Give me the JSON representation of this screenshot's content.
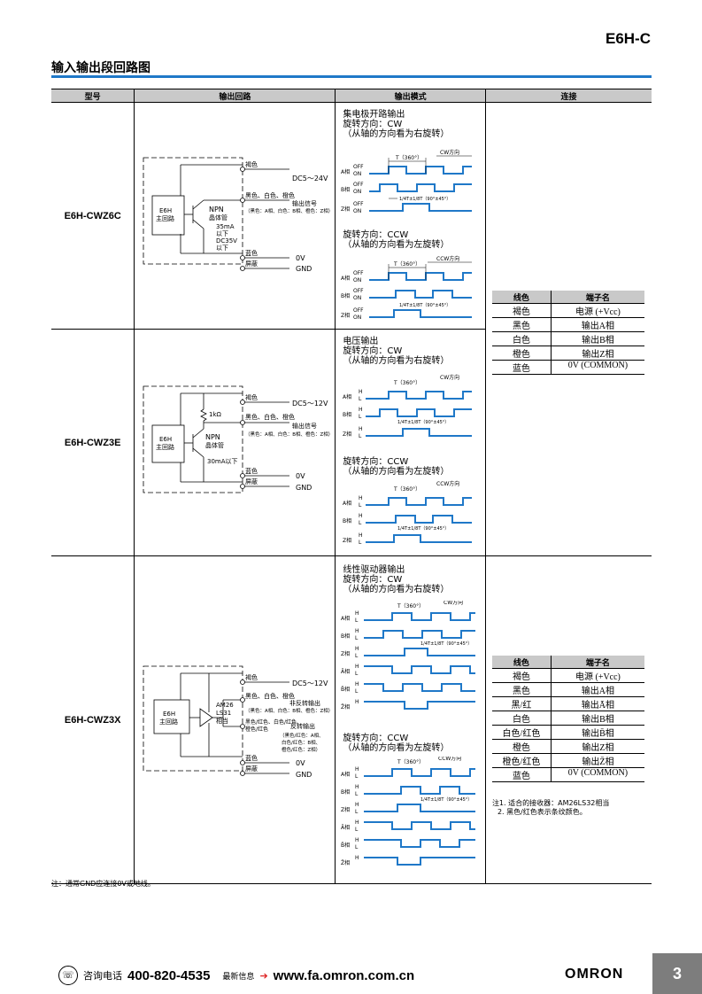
{
  "header": {
    "model": "E6H-C",
    "section_title": "输入输出段回路图"
  },
  "table": {
    "columns": [
      "型号",
      "输出回路",
      "输出模式",
      "连接"
    ],
    "rows": [
      {
        "model": "E6H-CWZ6C",
        "mode_cw": "集电极开路输出\n旋转方向：CW\n（从轴的方向看为右旋转）",
        "mode_ccw": "旋转方向：CCW\n（从轴的方向看为左旋转）",
        "circuit": {
          "brown": "褐色",
          "supply": "DC5～24V",
          "signal_wires": "黑色、白色、橙色",
          "signal_out": "输出信号",
          "signal_note": "（黑色：A相、白色：B相、橙色：Z相）",
          "transistor": "NPN",
          "transistor2": "晶体管",
          "cur1": "35mA",
          "cur2": "以下",
          "cur3": "DC35V",
          "cur4": "以下",
          "blue": "蓝色",
          "zero": "0V",
          "shield": "屏蔽",
          "gnd": "GND",
          "main1": "E6H",
          "main2": "主回路"
        }
      },
      {
        "model": "E6H-CWZ3E",
        "mode_cw": "电压输出\n旋转方向：CW\n（从轴的方向看为右旋转）",
        "mode_ccw": "旋转方向：CCW\n（从轴的方向看为左旋转）",
        "circuit": {
          "brown": "褐色",
          "supply": "DC5～12V",
          "resistor": "1kΩ",
          "signal_wires": "黑色、白色、橙色",
          "signal_out": "输出信号",
          "signal_note": "（黑色：A相、白色：B相、橙色：Z相）",
          "transistor": "NPN",
          "transistor2": "晶体管",
          "cur1": "30mA以下",
          "blue": "蓝色",
          "zero": "0V",
          "shield": "屏蔽",
          "gnd": "GND",
          "main1": "E6H",
          "main2": "主回路"
        }
      },
      {
        "model": "E6H-CWZ3X",
        "mode_cw": "线性驱动器输出\n旋转方向：CW\n（从轴的方向看为右旋转）",
        "mode_ccw": "旋转方向：CCW\n（从轴的方向看为左旋转）",
        "circuit": {
          "brown": "褐色",
          "supply": "DC5～12V",
          "signal_wires": "黑色、白色、橙色",
          "signal_out": "非反转输出",
          "signal_note": "（黑色：A相、白色：B相、橙色：Z相）",
          "inv_wires": "黑色/红色、白色/红色、",
          "inv_wires2": "橙色/红色",
          "inv_out": "反转输出",
          "inv_note1": "（黑色/红色：A相、",
          "inv_note2": "白色/红色：B相、",
          "inv_note3": "橙色/红色：Z相）",
          "driver1": "AM26",
          "driver2": "LS31",
          "driver3": "相当",
          "blue": "蓝色",
          "zero": "0V",
          "shield": "屏蔽",
          "gnd": "GND",
          "main1": "E6H",
          "main2": "主回路"
        }
      }
    ],
    "wave_labels": {
      "off": "OFF",
      "on": "ON",
      "h": "H",
      "l": "L",
      "period": "T（360°）",
      "cw_dir": "CW方向",
      "ccw_dir": "CCW方向",
      "phase": "1/4T±1/8T（90°±45°）",
      "a": "A相",
      "b": "B相",
      "z": "Z相",
      "a_bar": "Ā相",
      "b_bar": "B̄相",
      "z_bar": "Z̄相"
    },
    "connection": {
      "header_color": "线色",
      "header_term": "端子名",
      "rows_a": [
        [
          "褐色",
          "电源 (+Vcc)"
        ],
        [
          "黑色",
          "输出A相"
        ],
        [
          "白色",
          "输出B相"
        ],
        [
          "橙色",
          "输出Z相"
        ],
        [
          "蓝色",
          "0V (COMMON)"
        ]
      ],
      "rows_b": [
        [
          "褐色",
          "电源 (+Vcc)"
        ],
        [
          "黑色",
          "输出A相"
        ],
        [
          "黑/红",
          "输出Ā相"
        ],
        [
          "白色",
          "输出B相"
        ],
        [
          "白色/红色",
          "输出B̄相"
        ],
        [
          "橙色",
          "输出Z相"
        ],
        [
          "橙色/红色",
          "输出Z̄相"
        ],
        [
          "蓝色",
          "0V (COMMON)"
        ]
      ],
      "note1": "注1. 适合的接收器：AM26LS32相当",
      "note2": "2. 黑色/红色表示条纹颜色。"
    }
  },
  "footer_note": "注：通常GND应连接0V或地线。",
  "footer": {
    "phone_label": "咨询电话",
    "phone": "400-820-4535",
    "news_label": "最新信息",
    "arrow": "➔",
    "url": "www.fa.omron.com.cn",
    "brand": "OMRON",
    "page": "3"
  },
  "colors": {
    "accent": "#1f78c8",
    "header_bg": "#c9c9c9",
    "wave_fill": "#1f78c8",
    "page_badge": "#7d7d7d"
  }
}
